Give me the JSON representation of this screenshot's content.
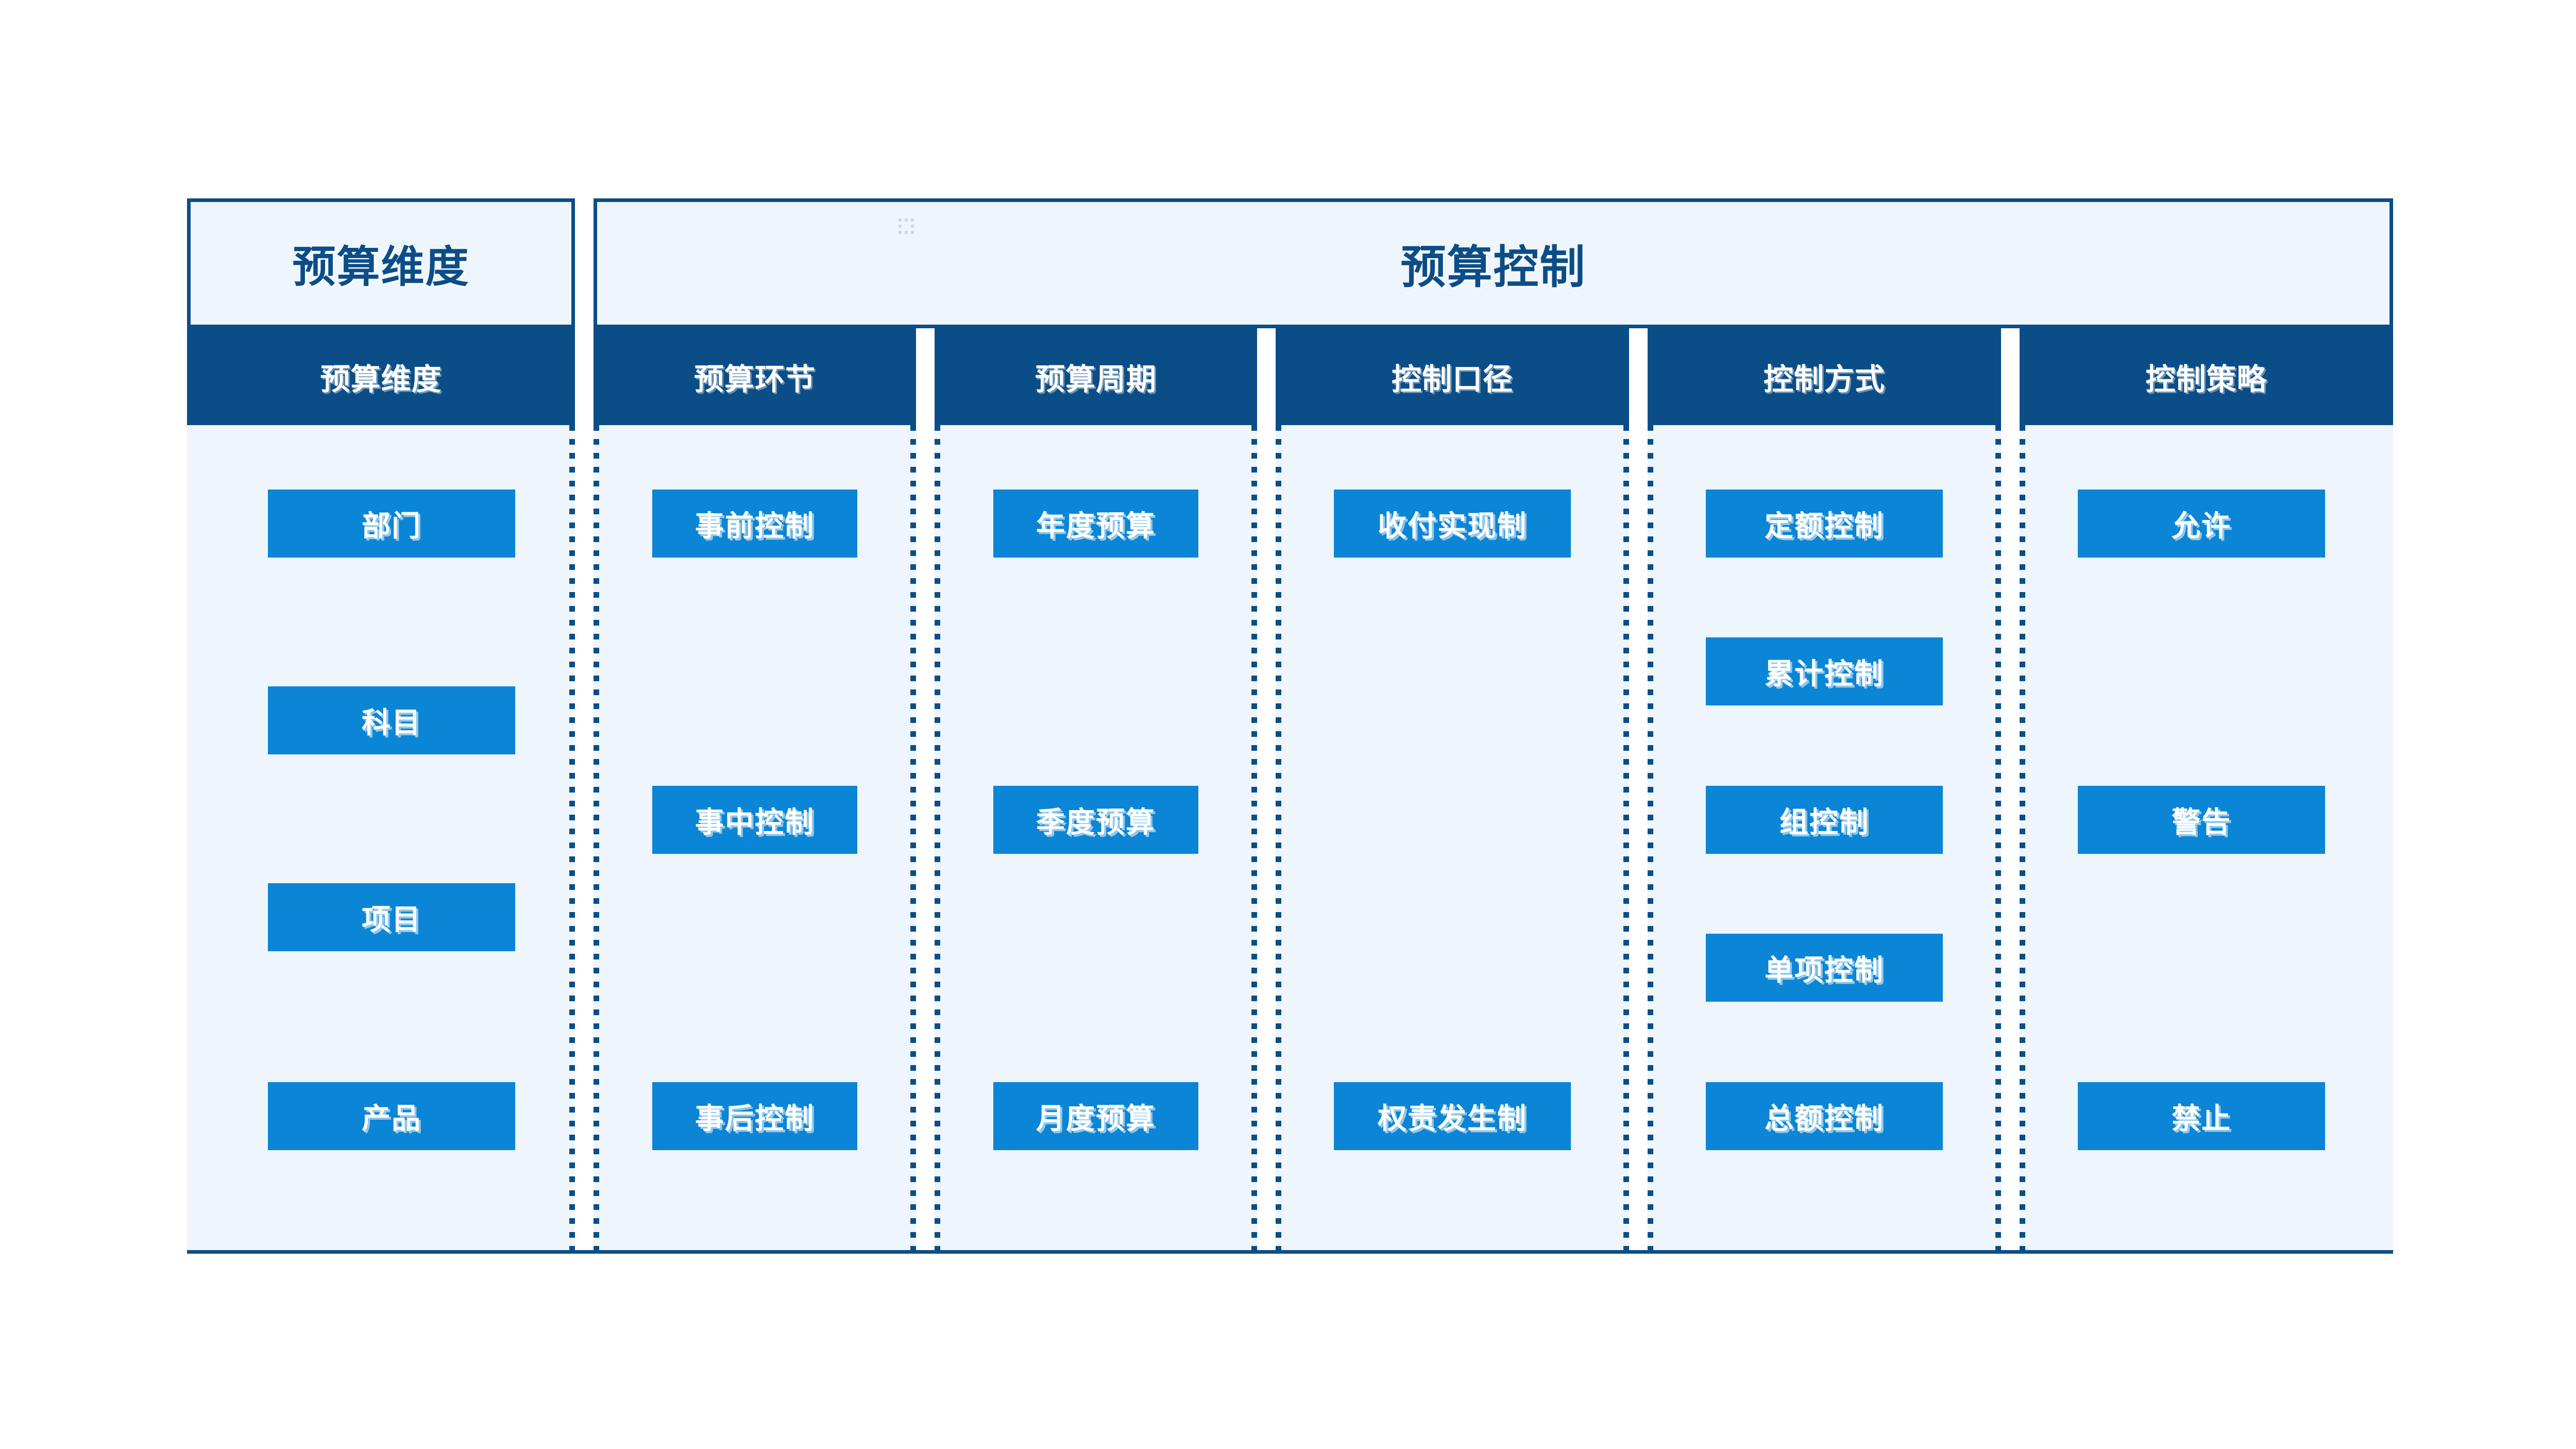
{
  "diagram": {
    "title_left": "预算维度",
    "title_right": "预算控制",
    "colors": {
      "dark_blue": "#0b4d87",
      "pill_blue": "#0b85d6",
      "panel_bg": "#eef5fc",
      "page_bg": "#ffffff"
    },
    "columns": [
      {
        "header": "预算维度",
        "items": [
          "部门",
          "科目",
          "项目",
          "产品"
        ]
      },
      {
        "header": "预算环节",
        "items": [
          "事前控制",
          "事中控制",
          "事后控制"
        ]
      },
      {
        "header": "预算周期",
        "items": [
          "年度预算",
          "季度预算",
          "月度预算"
        ]
      },
      {
        "header": "控制口径",
        "items": [
          "收付实现制",
          "权责发生制"
        ]
      },
      {
        "header": "控制方式",
        "items": [
          "定额控制",
          "累计控制",
          "组控制",
          "单项控制",
          "总额控制"
        ]
      },
      {
        "header": "控制策略",
        "items": [
          "允许",
          "警告",
          "禁止"
        ]
      }
    ]
  }
}
